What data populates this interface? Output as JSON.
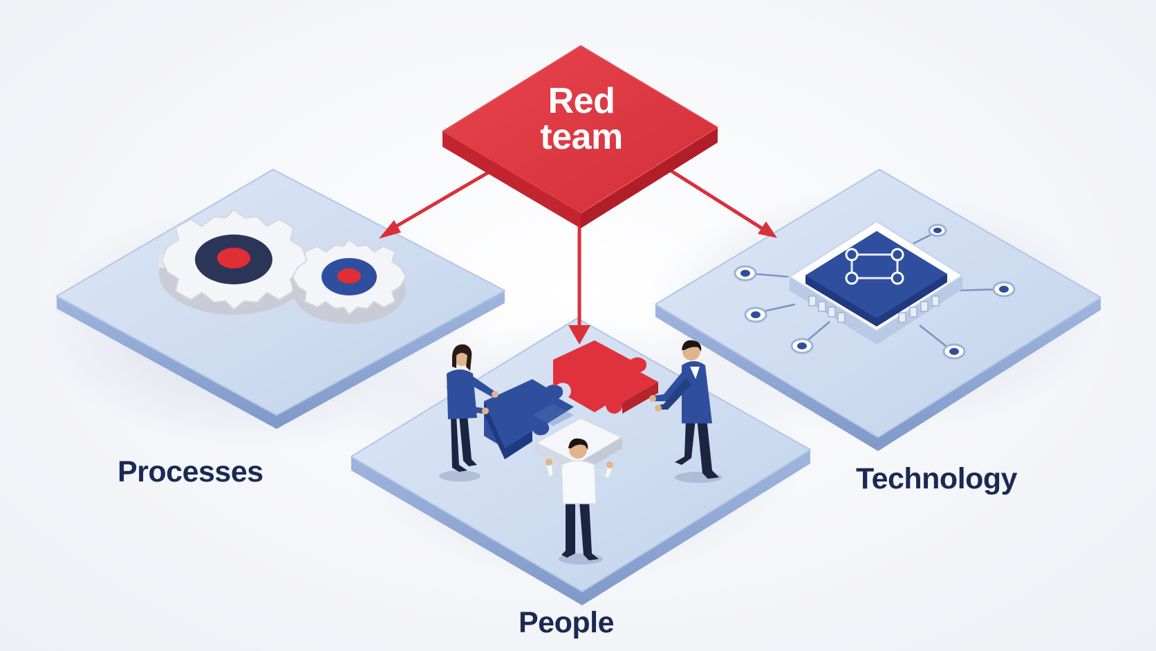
{
  "diagram": {
    "center": {
      "title_line1": "Red",
      "title_line2": "team"
    },
    "nodes": {
      "processes": {
        "label": "Processes",
        "icon": "gears-icon"
      },
      "people": {
        "label": "People",
        "icon": "puzzle-team-icon"
      },
      "technology": {
        "label": "Technology",
        "icon": "chip-circuit-icon"
      }
    },
    "colors": {
      "red": "#d9303b",
      "navy": "#1a2a52",
      "blue": "#2f4f9e",
      "platform": "#c9d8ee"
    }
  }
}
